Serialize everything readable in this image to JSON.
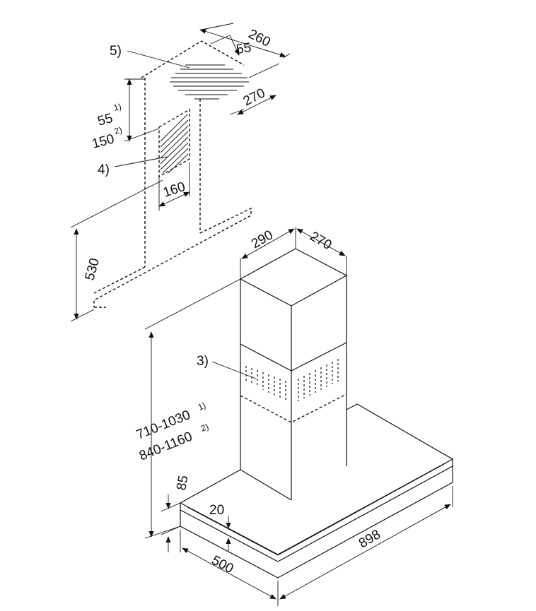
{
  "dimensions": {
    "d260": "260",
    "d55": "55",
    "d270_top": "270",
    "d55_150": {
      "a": "55",
      "a_note": "1)",
      "b": "150",
      "b_note": "2)"
    },
    "d160": "160",
    "d530": "530",
    "d290": "290",
    "d270_chimney": "270",
    "height": {
      "a": "710-1030",
      "a_note": "1)",
      "b": "840-1160",
      "b_note": "2)"
    },
    "d85": "85",
    "d20": "20",
    "d500": "500",
    "d898": "898"
  },
  "callouts": {
    "c3": "3)",
    "c4": "4)",
    "c5": "5)"
  }
}
